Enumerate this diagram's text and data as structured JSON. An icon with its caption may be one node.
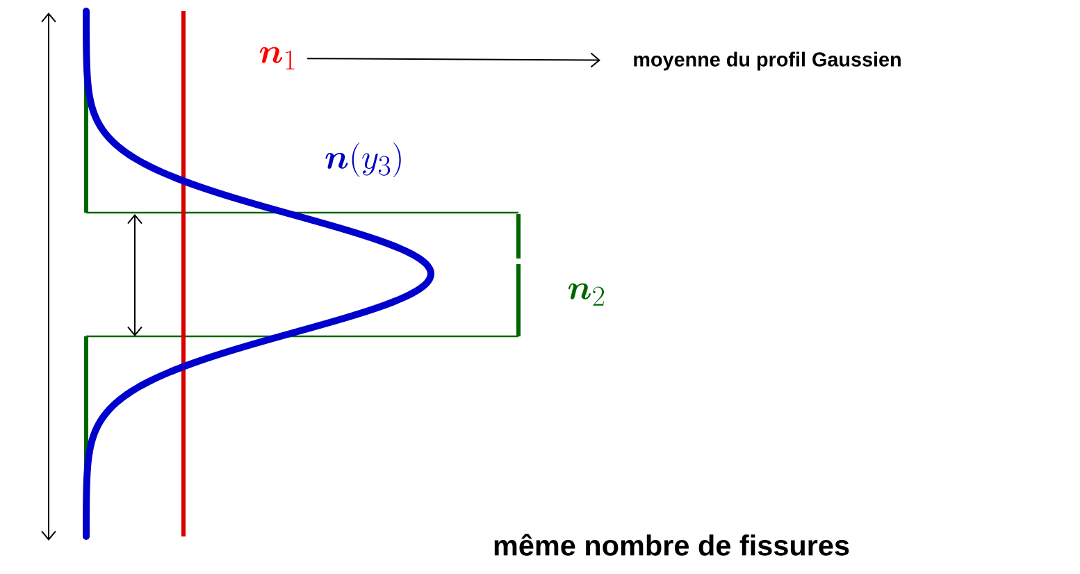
{
  "diagram": {
    "nodes": [
      {
        "text": [
          "\\boldsymbol{n}_{1}"
        ]
      },
      {
        "text": [
          "moyenne du profil Gaussien"
        ]
      },
      {
        "text": [
          "\\boldsymbol{n}(y_{3})"
        ]
      },
      {
        "text": [
          "\\boldsymbol{n}_{2}"
        ]
      }
    ],
    "edges": [
      {
        "from": 0,
        "to": 1,
        "arrow": "to"
      }
    ],
    "labels": [
      "même nombre de fissures"
    ]
  }
}
